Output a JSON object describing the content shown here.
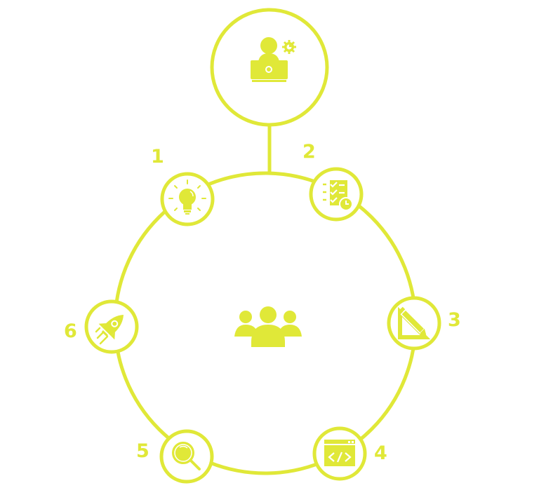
{
  "theme": {
    "accent": "#E0E838",
    "background": "#FFFFFF"
  },
  "hub": {
    "top_icon": "developer-at-laptop-with-gear-icon",
    "center_icon": "team-group-icon"
  },
  "steps": [
    {
      "number": "1",
      "icon": "lightbulb-idea-icon"
    },
    {
      "number": "2",
      "icon": "checklist-with-clock-icon"
    },
    {
      "number": "3",
      "icon": "ruler-triangle-pencil-design-icon"
    },
    {
      "number": "4",
      "icon": "browser-code-window-icon"
    },
    {
      "number": "5",
      "icon": "magnifying-glass-testing-icon"
    },
    {
      "number": "6",
      "icon": "rocket-launch-icon"
    }
  ]
}
